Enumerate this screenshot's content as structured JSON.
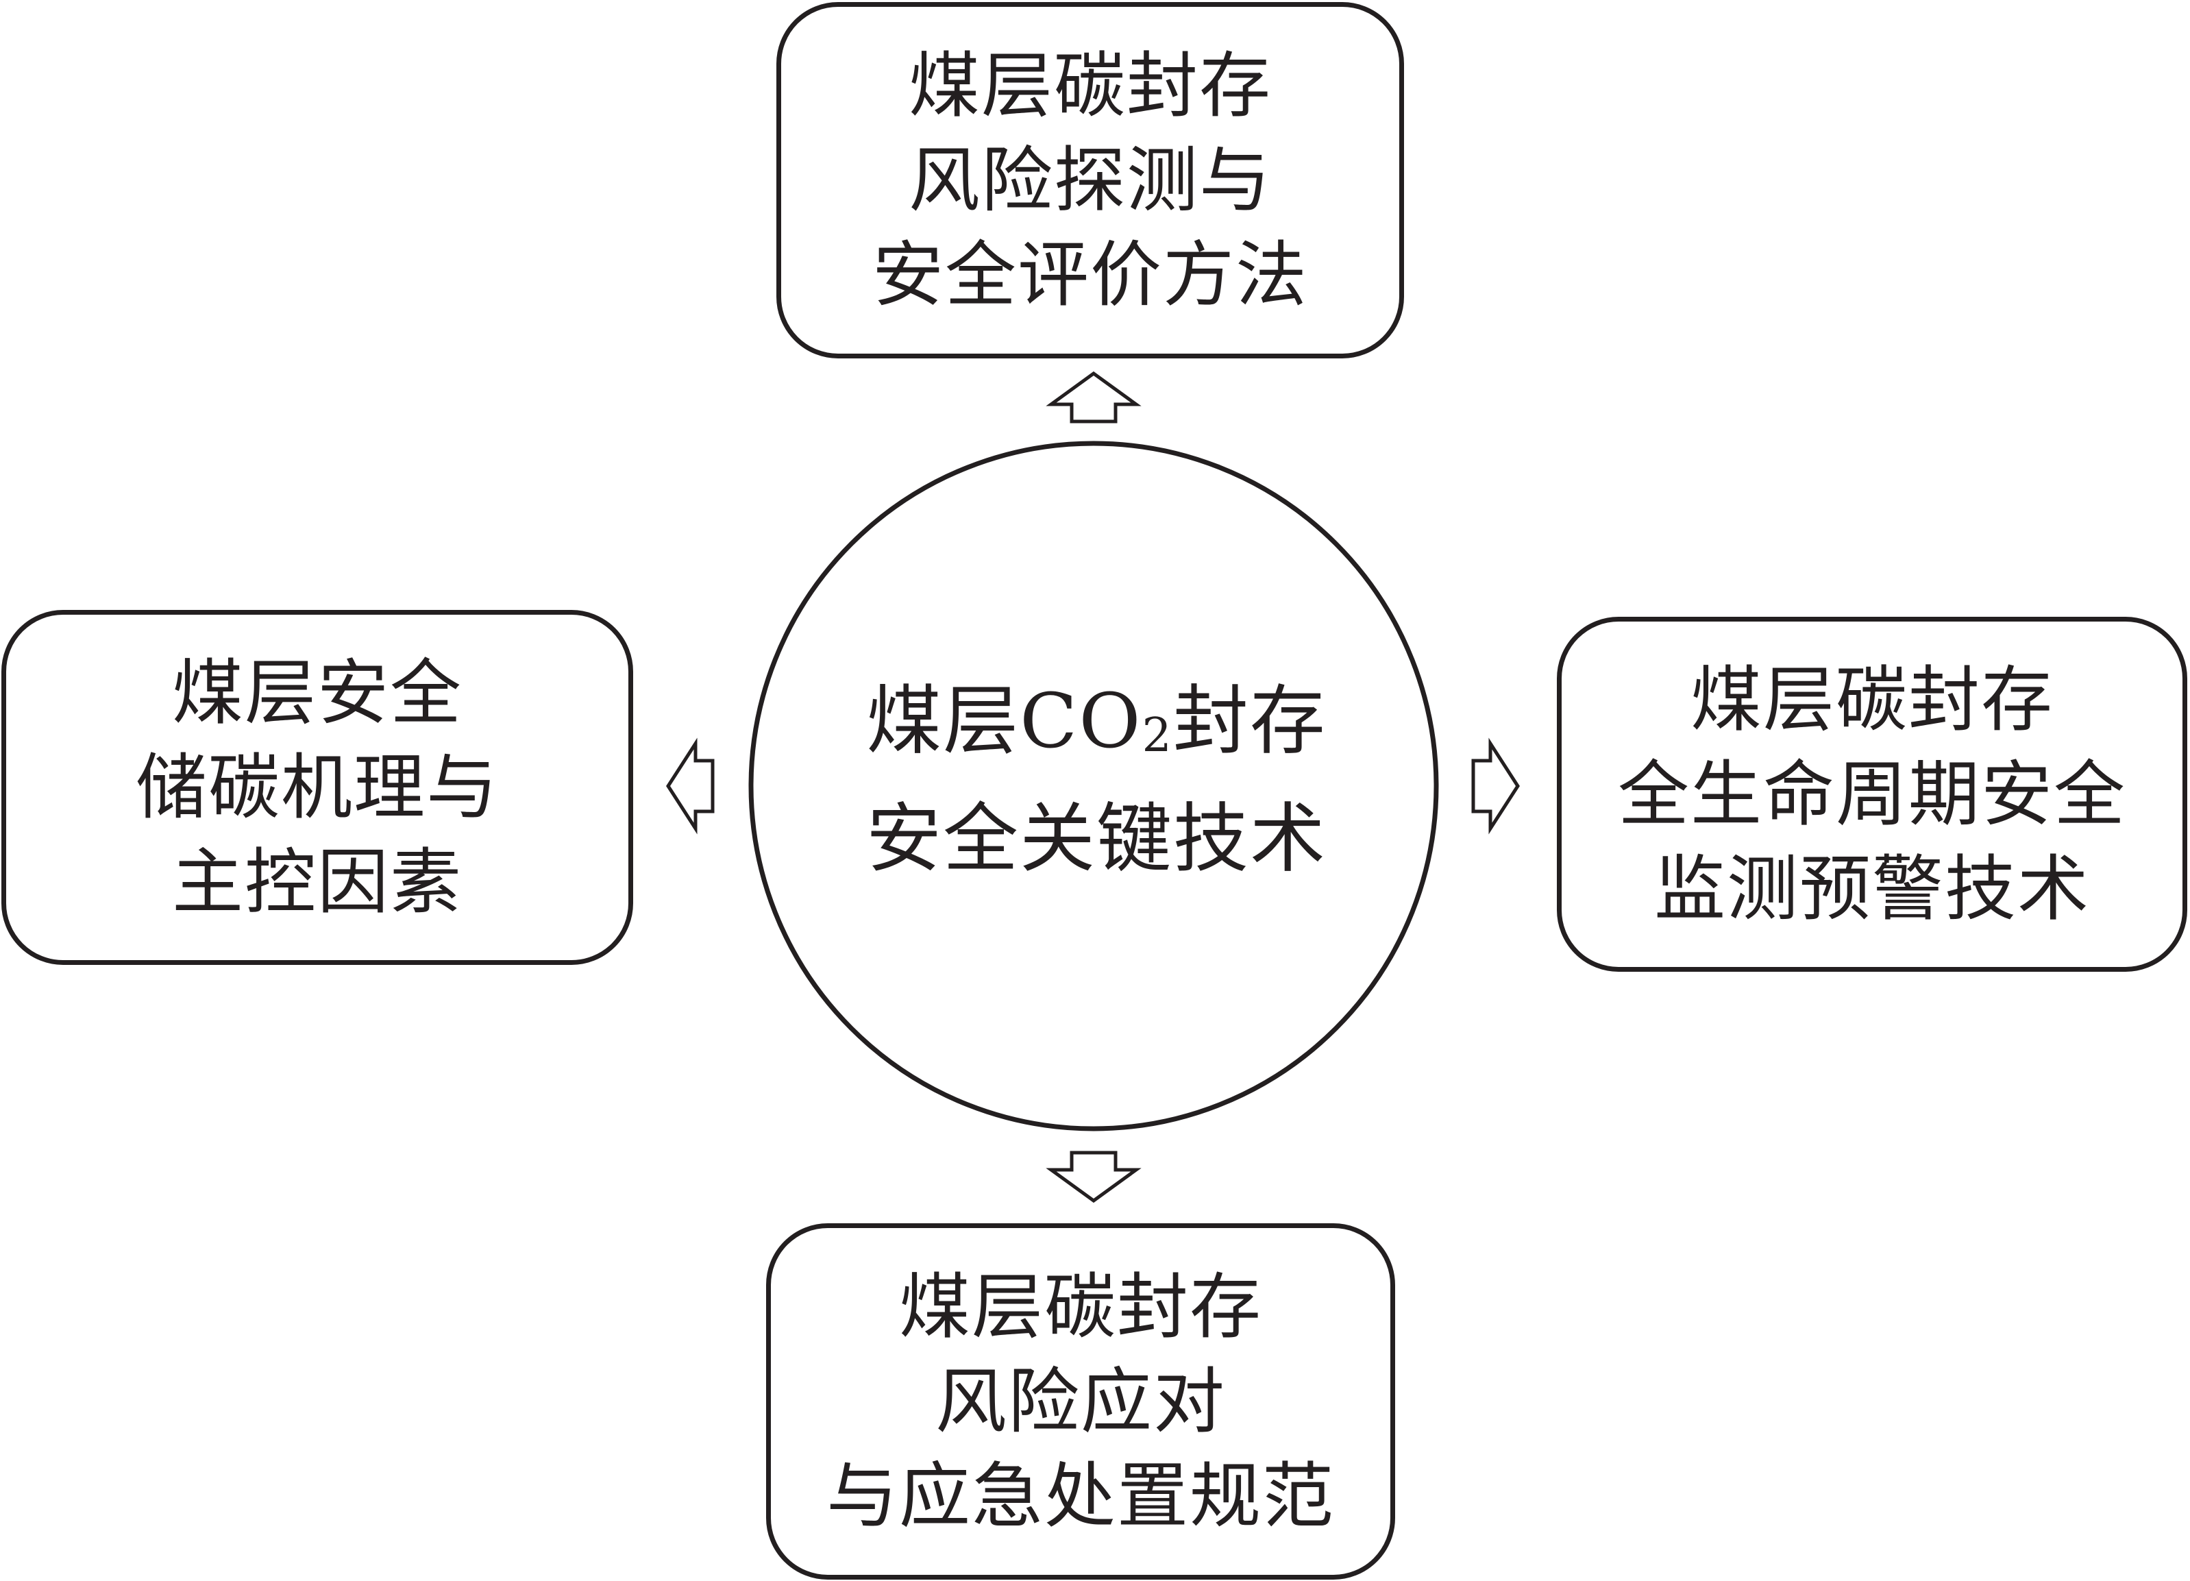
{
  "center": {
    "line1_pre": "煤层CO",
    "line1_sub": "2",
    "line1_post": "封存",
    "line2": "安全关键技术"
  },
  "top_box": {
    "lines": [
      "煤层碳封存",
      "风险探测与",
      "安全评价方法"
    ]
  },
  "right_box": {
    "lines": [
      "煤层碳封存",
      "全生命周期安全",
      "监测预警技术"
    ]
  },
  "bottom_box": {
    "lines": [
      "煤层碳封存",
      "风险应对",
      "与应急处置规范"
    ]
  },
  "left_box": {
    "lines": [
      "煤层安全",
      "储碳机理与",
      "主控因素"
    ]
  },
  "colors": {
    "stroke": "#231f20",
    "fill": "#ffffff"
  }
}
